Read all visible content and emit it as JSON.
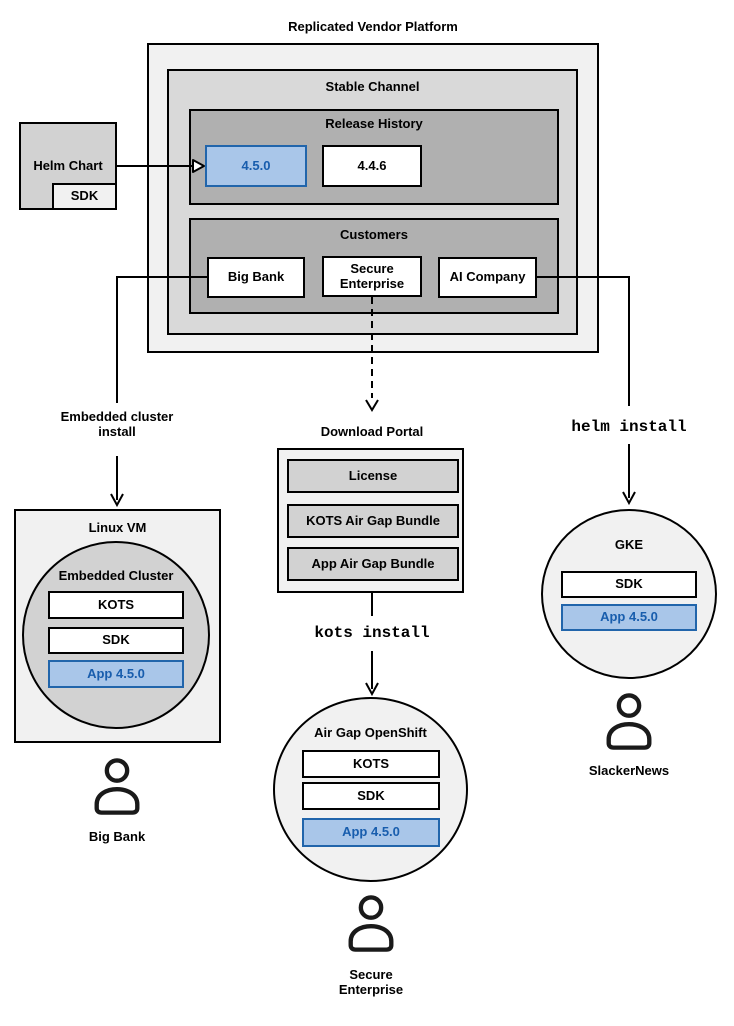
{
  "title": "Replicated Vendor Platform",
  "platform": {
    "stable_channel": "Stable Channel",
    "release_history": {
      "label": "Release History",
      "current_release": "4.5.0",
      "previous_release": "4.4.6"
    },
    "customers": {
      "label": "Customers",
      "big_bank": "Big Bank",
      "secure_enterprise": "Secure Enterprise",
      "ai_company": "AI Company"
    }
  },
  "helm_chart": {
    "label": "Helm Chart",
    "sdk": "SDK"
  },
  "embedded_flow": {
    "arrow_label": "Embedded cluster install",
    "host": "Linux VM",
    "cluster": "Embedded Cluster",
    "kots": "KOTS",
    "sdk": "SDK",
    "app": "App 4.5.0",
    "user": "Big Bank"
  },
  "airgap_flow": {
    "portal": "Download Portal",
    "license": "License",
    "kots_bundle": "KOTS Air Gap Bundle",
    "app_bundle": "App Air Gap Bundle",
    "command": "kots install",
    "cluster": "Air Gap OpenShift",
    "kots": "KOTS",
    "sdk": "SDK",
    "app": "App 4.5.0",
    "user": "Secure Enterprise"
  },
  "helm_flow": {
    "command": "helm install",
    "cluster": "GKE",
    "sdk": "SDK",
    "app": "App 4.5.0",
    "user": "SlackerNews"
  },
  "colors": {
    "highlight_fill": "#a9c6e9",
    "highlight_stroke": "#2165ab",
    "highlight_text": "#185dad",
    "panel_light": "#f1f1f1",
    "panel_mid": "#d9d9d9",
    "panel_dark": "#b0b0b0",
    "line": "#000000"
  }
}
